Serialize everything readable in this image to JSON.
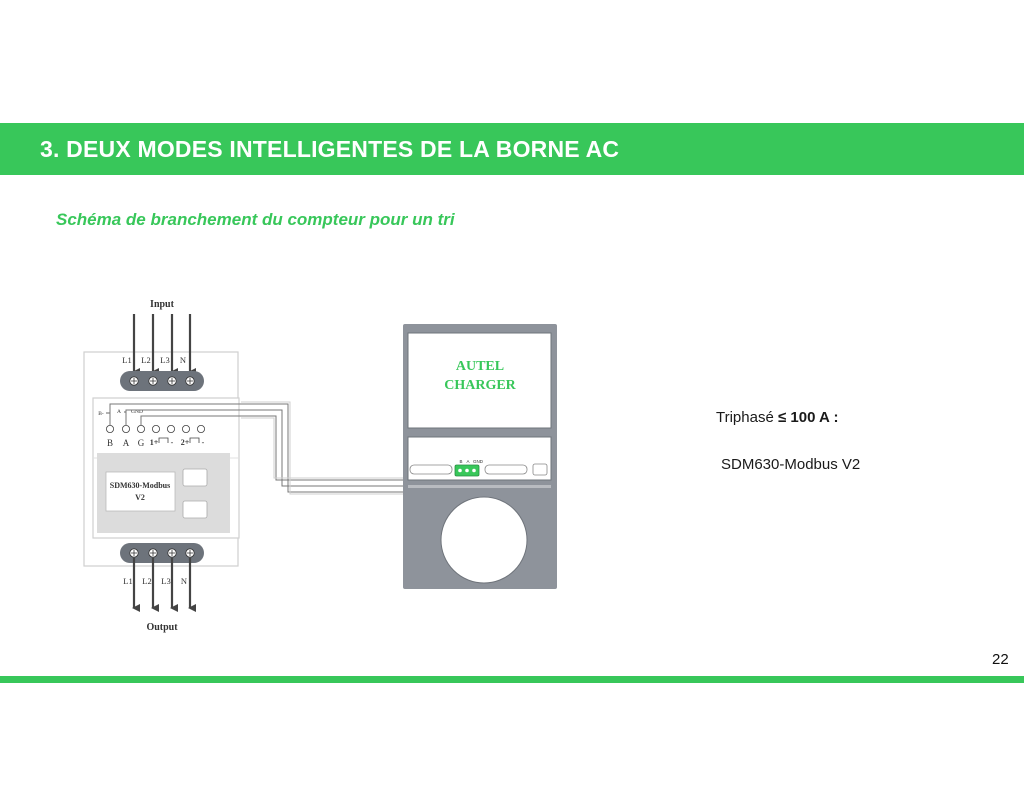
{
  "header": {
    "title": "3. DEUX MODES INTELLIGENTES DE LA BORNE AC"
  },
  "subtitle": "Schéma de branchement du compteur pour un tri",
  "diagram": {
    "meter": {
      "input_label": "Input",
      "output_label": "Output",
      "phase_labels": [
        "L1",
        "L2",
        "L3",
        "N"
      ],
      "terminal_small_labels": [
        "B-",
        "A",
        "GND"
      ],
      "terminal_labels": [
        "B",
        "A",
        "G",
        "1+",
        "-",
        "2+",
        "-"
      ],
      "model_line1": "SDM630-Modbus",
      "model_line2": "V2"
    },
    "charger": {
      "brand_line1": "AUTEL",
      "brand_line2": "CHARGER",
      "connector_labels": [
        "B",
        "A",
        "GND"
      ]
    }
  },
  "specs": {
    "line1_prefix": "Triphasé ",
    "line1_value": "≤ 100 A :",
    "line2": "SDM630-Modbus V2"
  },
  "page_number": "22",
  "colors": {
    "brand_green": "#38c75a",
    "charger_gray": "#8e939b",
    "wire_gray": "#444444"
  }
}
